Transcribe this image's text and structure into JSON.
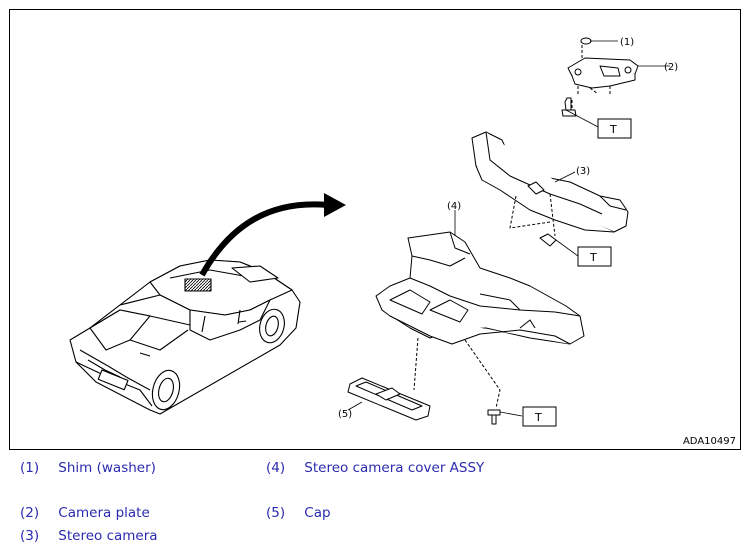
{
  "figure": {
    "id": "ADA10497",
    "callouts": [
      "(1)",
      "(2)",
      "(3)",
      "(4)",
      "(5)"
    ],
    "torque_marker": "T"
  },
  "legend": [
    {
      "num": "(1)",
      "label": "Shim (washer)"
    },
    {
      "num": "(2)",
      "label": "Camera plate"
    },
    {
      "num": "(3)",
      "label": "Stereo camera"
    },
    {
      "num": "(4)",
      "label": "Stereo camera cover ASSY"
    },
    {
      "num": "(5)",
      "label": "Cap"
    }
  ],
  "colors": {
    "legend_text": "#2b2bb0",
    "line": "#000000"
  }
}
